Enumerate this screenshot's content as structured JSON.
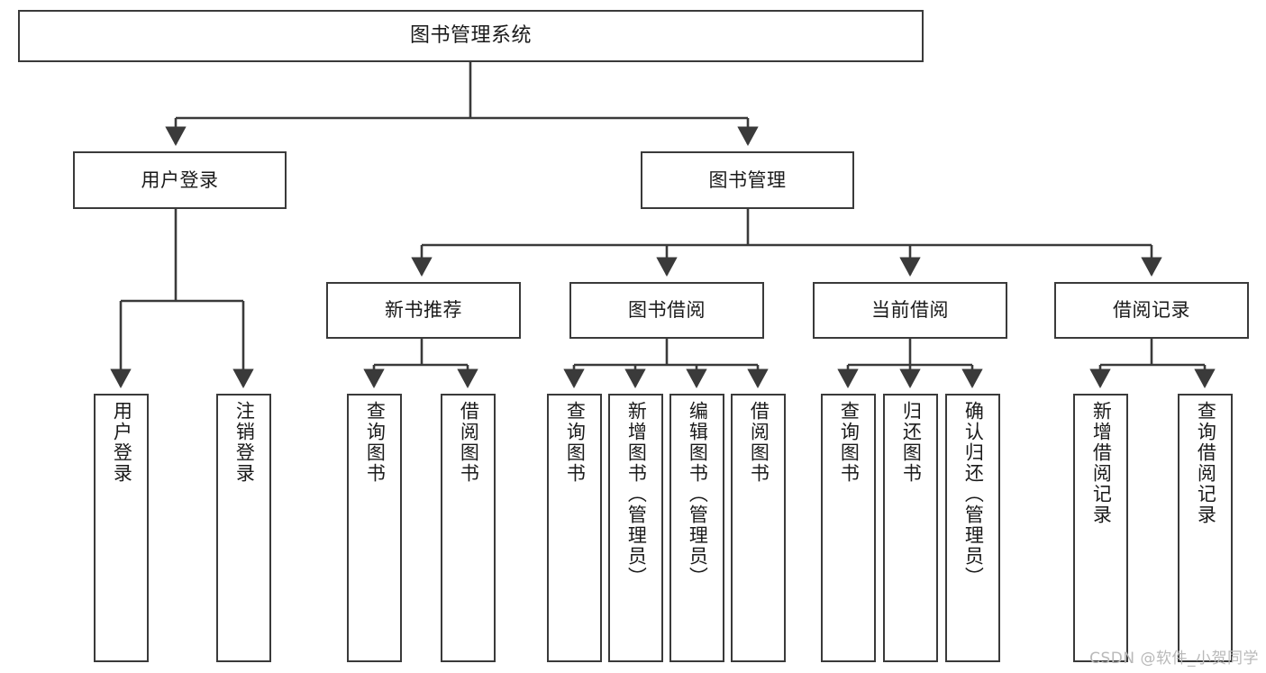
{
  "diagram": {
    "type": "tree-hierarchy-diagram",
    "title": "图书管理系统",
    "watermark": "CSDN @软件_小贺同学",
    "colors": {
      "box_border": "#3a3a3a",
      "box_fill": "#ffffff",
      "connector": "#3a3a3a",
      "text": "#1a1a1a",
      "watermark": "#b9b9b9",
      "background": "#ffffff"
    },
    "nodes": {
      "root": {
        "label": "图书管理系统"
      },
      "level2": [
        {
          "label": "用户登录"
        },
        {
          "label": "图书管理"
        }
      ],
      "level3": [
        {
          "label": "新书推荐"
        },
        {
          "label": "图书借阅"
        },
        {
          "label": "当前借阅"
        },
        {
          "label": "借阅记录"
        }
      ],
      "leaves": {
        "user_login": [
          {
            "label": "用户登录"
          },
          {
            "label": "注销登录"
          }
        ],
        "new_book_recommend": [
          {
            "label": "查询图书"
          },
          {
            "label": "借阅图书"
          }
        ],
        "book_borrow": [
          {
            "label": "查询图书"
          },
          {
            "label": "新增图书（管理员）"
          },
          {
            "label": "编辑图书（管理员）"
          },
          {
            "label": "借阅图书"
          }
        ],
        "current_borrow": [
          {
            "label": "查询图书"
          },
          {
            "label": "归还图书"
          },
          {
            "label": "确认归还（管理员）"
          }
        ],
        "borrow_record": [
          {
            "label": "新增借阅记录"
          },
          {
            "label": "查询借阅记录"
          }
        ]
      }
    }
  }
}
